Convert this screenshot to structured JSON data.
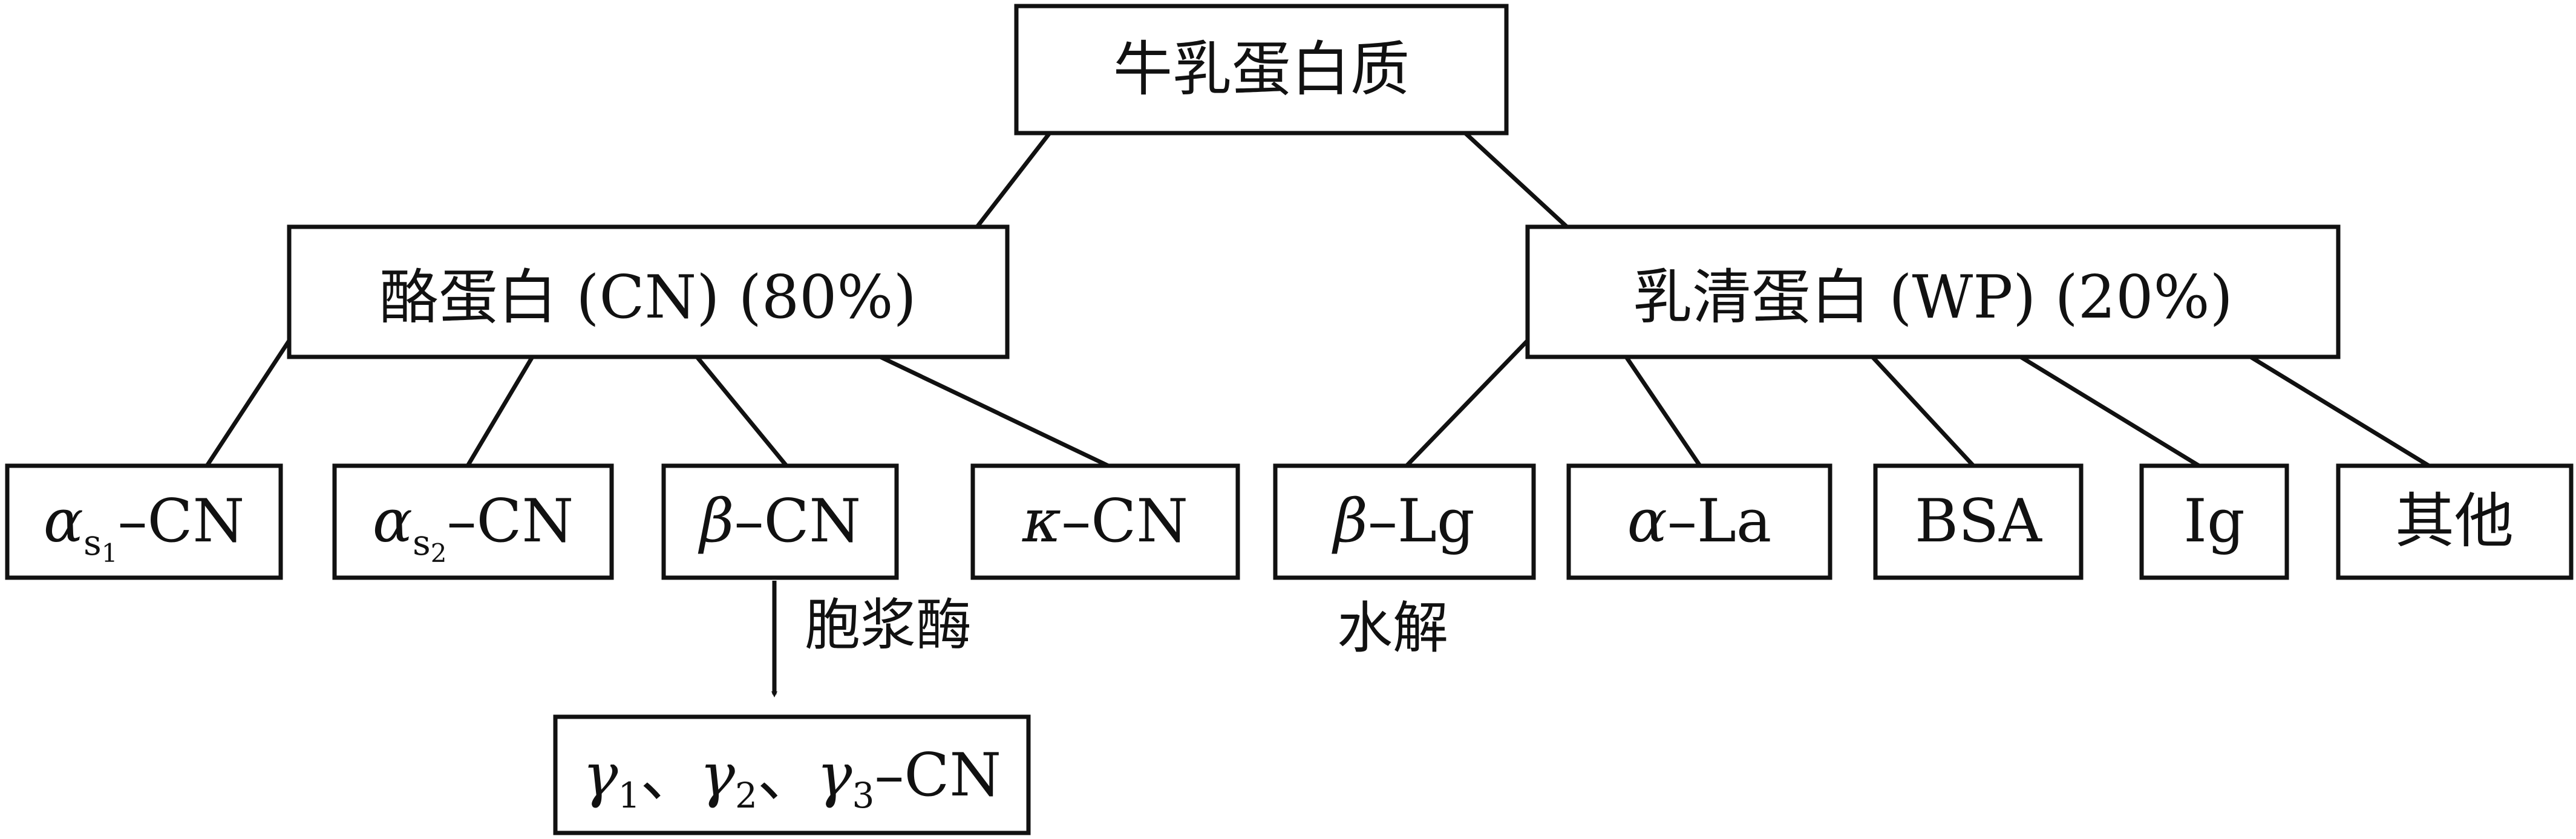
{
  "root": {
    "label": "牛乳蛋白质"
  },
  "casein": {
    "label": "酪蛋白 (CN)  (80%)"
  },
  "whey": {
    "label": "乳清蛋白 (WP)  (20%)"
  },
  "casein_children": {
    "as1": {
      "greek": "α",
      "sub": "s",
      "subsub": "1",
      "suffix": "–CN"
    },
    "as2": {
      "greek": "α",
      "sub": "s",
      "subsub": "2",
      "suffix": "–CN"
    },
    "beta": {
      "greek": "β",
      "suffix": "–CN"
    },
    "kappa": {
      "greek": "κ",
      "suffix": "–CN"
    }
  },
  "whey_children": {
    "blg": {
      "greek": "β",
      "suffix": "–Lg"
    },
    "ala": {
      "greek": "α",
      "suffix": "–La"
    },
    "bsa": {
      "label": "BSA"
    },
    "ig": {
      "label": "Ig"
    },
    "other": {
      "label": "其他"
    }
  },
  "plasmin": {
    "label": "胞浆酶"
  },
  "hydrolysis": {
    "label": "水解"
  },
  "gamma": {
    "g1": "γ",
    "s1": "1",
    "sep1": "、",
    "g2": "γ",
    "s2": "2",
    "sep2": "、",
    "g3": "γ",
    "s3": "3",
    "suffix": "–CN"
  }
}
